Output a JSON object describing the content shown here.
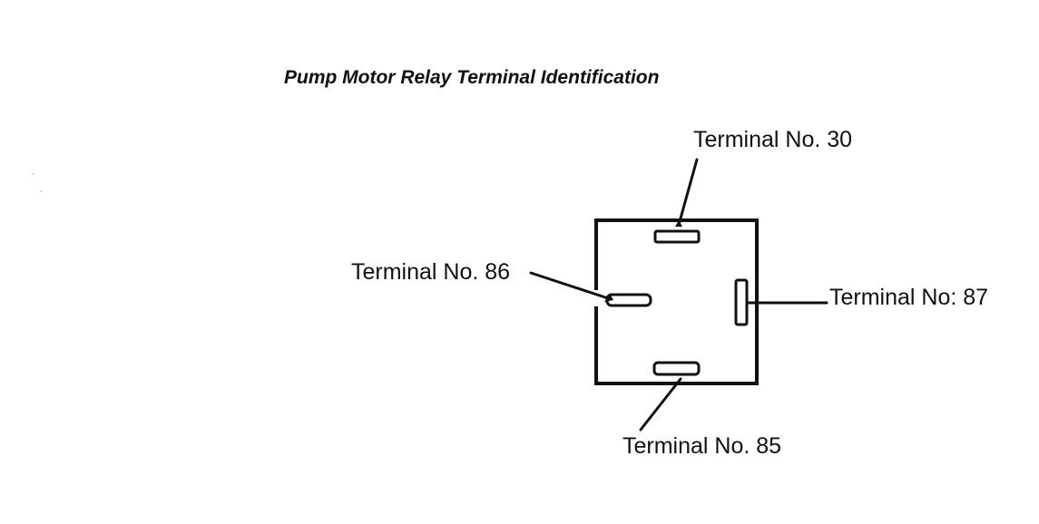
{
  "title": "Pump Motor Relay Terminal Identification",
  "terminals": {
    "t30": "Terminal No. 30",
    "t86": "Terminal No. 86",
    "t87": "Terminal No: 87",
    "t85": "Terminal No. 85"
  }
}
